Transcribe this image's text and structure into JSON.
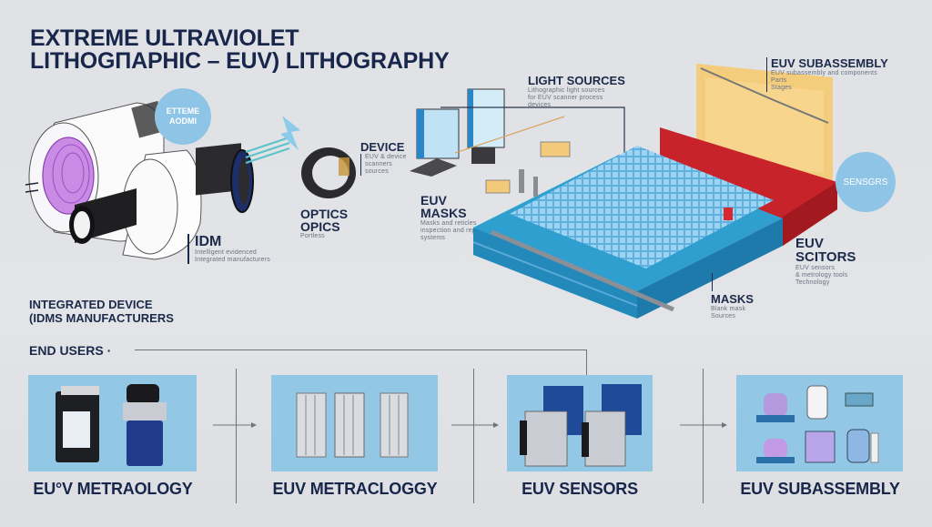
{
  "title": {
    "line1": "EXTREME ULTRAVIOLET",
    "line2": "LITHOGΠAPHIC – EUV) LITHOGRAPHY"
  },
  "bubble_source": "ETTEME AODMI",
  "bubble_sensors": "SENSGRS",
  "labels": {
    "idm": {
      "heading": "IDM",
      "sub1": "Intelligent evidenced",
      "sub2": "Integrated manufacturers"
    },
    "optics": {
      "heading1": "OPTICS",
      "heading2": "OPICS",
      "sub": "Portless"
    },
    "device": {
      "heading": "DEVICE",
      "sub1": "EUV & device",
      "sub2": "scanners",
      "sub3": "sources"
    },
    "light_sources": {
      "heading": "LIGHT SOURCES",
      "sub1": "Lithographic light sources",
      "sub2": "for EUV scanner process",
      "sub3": "devices"
    },
    "euv_masks": {
      "heading1": "EUV",
      "heading2": "MASKS",
      "sub1": "Masks and reticles",
      "sub2": "inspection and repair",
      "sub3": "systems"
    },
    "euv_subassembly": {
      "heading": "EUV SUBASSEMBLY",
      "sub1": "EUV subassembly and components",
      "sub2": "Parts",
      "sub3": "Stages"
    },
    "euv_sensors": {
      "heading1": "EUV",
      "heading2": "SCITORS",
      "sub1": "EUV sensors",
      "sub2": "& metrology tools",
      "sub3": "Technology"
    },
    "masks": {
      "heading": "MASKS",
      "sub1": "Blank mask",
      "sub2": "Sources"
    }
  },
  "sections": {
    "idm_manufacturers_line1": "INTEGRATED DEVICE",
    "idm_manufacturers_line2": "(IDMS MANUFACTURERS",
    "end_users": "END USERS ·"
  },
  "bottom_items": [
    {
      "label": "EU°V METRAOLOGY",
      "name": "euv-metrology-1"
    },
    {
      "label": "EUV METRACLOGGY",
      "name": "euv-metrology-2"
    },
    {
      "label": "EUV  SENSORS",
      "name": "euv-sensors"
    },
    {
      "label": "EUV SUBASSEMBLY",
      "name": "euv-subassembly"
    }
  ],
  "colors": {
    "background": "#e0e2e6",
    "navy": "#17264a",
    "panel_blue": "#93c7e6",
    "platform_blue": "#2e9ccc",
    "red_block": "#c21f26",
    "yellow_block": "#f3c560",
    "bubble": "#8ec5e6",
    "source_purple": "#b46fd8"
  }
}
